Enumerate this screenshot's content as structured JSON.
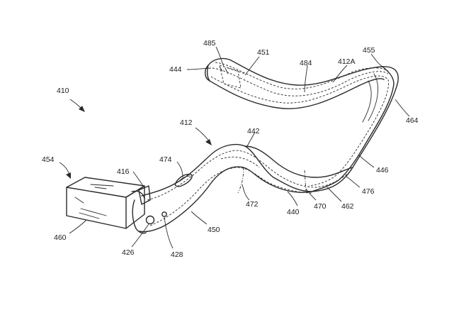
{
  "figure": {
    "labels": {
      "l410": "410",
      "l412": "412",
      "l412a": "412A",
      "l416": "416",
      "l426": "426",
      "l428": "428",
      "l440": "440",
      "l442": "442",
      "l444": "444",
      "l446": "446",
      "l450": "450",
      "l451": "451",
      "l454": "454",
      "l455": "455",
      "l460": "460",
      "l462": "462",
      "l464": "464",
      "l470": "470",
      "l472": "472",
      "l474": "474",
      "l476": "476",
      "l484": "484",
      "l485": "485"
    }
  },
  "colors": {
    "ink": "#2a2a2a",
    "paper": "#ffffff"
  }
}
